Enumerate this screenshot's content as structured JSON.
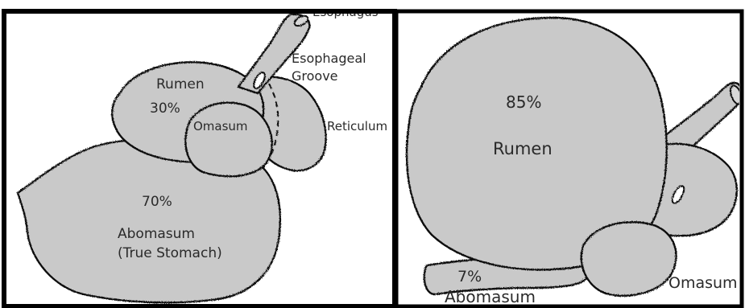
{
  "colors": {
    "organ_fill": "#c9c9c9",
    "outline": "#111111",
    "frame": "#000000",
    "text": "#2a2a2a"
  },
  "left_panel": {
    "esophagus_label": "Esophagus",
    "esophageal_groove_label_line1": "Esophageal",
    "esophageal_groove_label_line2": "Groove",
    "rumen_label": "Rumen",
    "rumen_percent": "30%",
    "omasum_label": "Omasum",
    "reticulum_label": "Reticulum",
    "abomasum_percent": "70%",
    "abomasum_label": "Abomasum",
    "abomasum_sublabel": "(True Stomach)"
  },
  "right_panel": {
    "rumen_percent": "85%",
    "rumen_label": "Rumen",
    "abomasum_percent": "7%",
    "abomasum_label": "Abomasum",
    "omasum_label": "Omasum"
  }
}
